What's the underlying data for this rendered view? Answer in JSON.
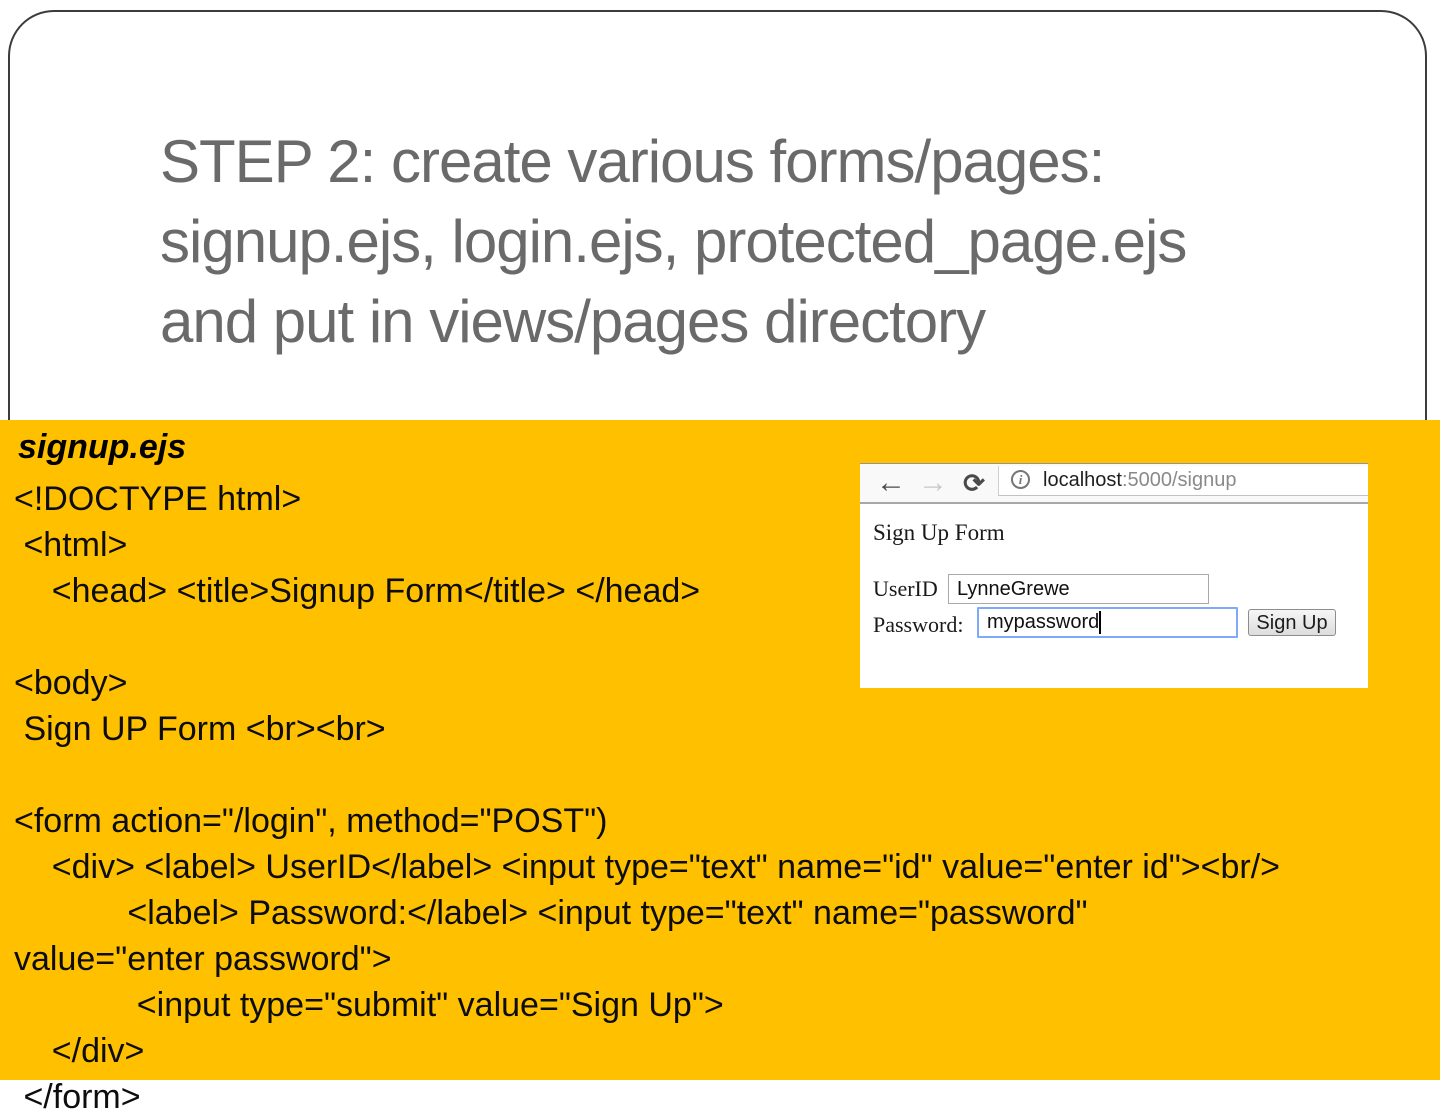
{
  "title": {
    "lines": [
      "STEP 2: create various forms/pages:",
      "signup.ejs, login.ejs, protected_page.ejs",
      "and put in views/pages directory"
    ]
  },
  "code": {
    "heading": "signup.ejs",
    "body": "<!DOCTYPE html>\n <html>\n    <head> <title>Signup Form</title> </head>\n\n<body>\n Sign UP Form <br><br>\n\n<form action=\"/login\", method=\"POST\")\n    <div> <label> UserID</label> <input type=\"text\" name=\"id\" value=\"enter id\"><br/>\n            <label> Password:</label> <input type=\"text\" name=\"password\"\nvalue=\"enter password\">\n             <input type=\"submit\" value=\"Sign Up\">\n    </div>\n </form>"
  },
  "browser": {
    "toolbar": {
      "back_icon": "←",
      "forward_icon": "→",
      "refresh_icon": "⟳",
      "info_icon": "i",
      "url_host": "localhost",
      "url_path": ":5000/signup"
    },
    "page": {
      "heading": "Sign Up Form",
      "userid_label": "UserID",
      "userid_value": "LynneGrewe",
      "password_label": "Password:",
      "password_value": "mypassword",
      "submit_label": "Sign Up"
    }
  },
  "colors": {
    "panel_yellow": "#FFC000",
    "title_gray": "#6A6A6A",
    "slide_border_gray": "#3C3C3C",
    "focus_blue": "#7FAAF9"
  }
}
